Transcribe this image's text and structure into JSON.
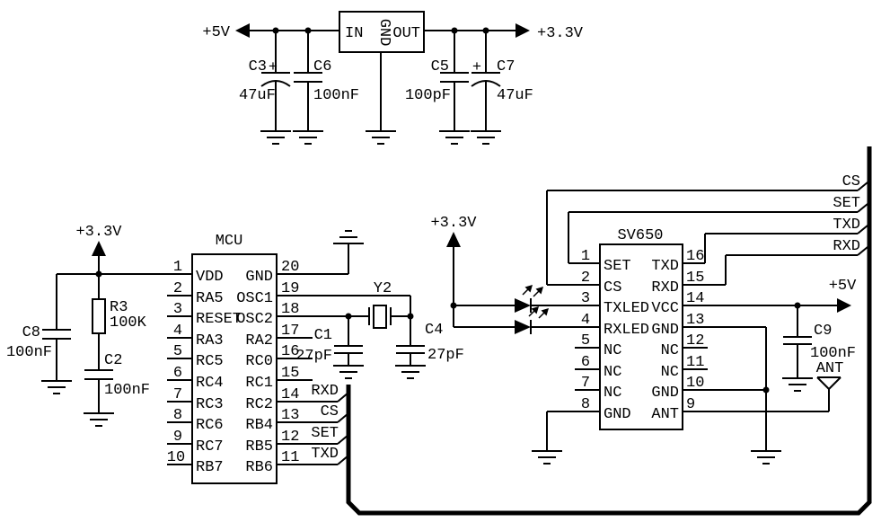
{
  "power_labels": {
    "in_5v": "+5V",
    "out_3v3": "+3.3V",
    "mcu_3v3": "+3.3V",
    "led_3v3": "+3.3V",
    "sv_5v": "+5V"
  },
  "regulator": {
    "pin_in": "IN",
    "pin_gnd": "GND",
    "pin_out": "OUT"
  },
  "components": {
    "c3": {
      "ref": "C3",
      "value": "47uF",
      "polarity": "+"
    },
    "c6": {
      "ref": "C6",
      "value": "100nF"
    },
    "c5": {
      "ref": "C5",
      "value": "100pF"
    },
    "c7": {
      "ref": "C7",
      "value": "47uF",
      "polarity": "+"
    },
    "c8": {
      "ref": "C8",
      "value": "100nF"
    },
    "r3": {
      "ref": "R3",
      "value": "100K"
    },
    "c2": {
      "ref": "C2",
      "value": "100nF"
    },
    "c1": {
      "ref": "C1",
      "value": "27pF"
    },
    "c4": {
      "ref": "C4",
      "value": "27pF"
    },
    "y2": {
      "ref": "Y2"
    },
    "c9": {
      "ref": "C9",
      "value": "100nF"
    },
    "ant": {
      "label": "ANT"
    }
  },
  "mcu": {
    "title": "MCU",
    "left_pins": [
      {
        "num": "1",
        "name": "VDD"
      },
      {
        "num": "2",
        "name": "RA5"
      },
      {
        "num": "3",
        "name": "RESET"
      },
      {
        "num": "4",
        "name": "RA3"
      },
      {
        "num": "5",
        "name": "RC5"
      },
      {
        "num": "6",
        "name": "RC4"
      },
      {
        "num": "7",
        "name": "RC3"
      },
      {
        "num": "8",
        "name": "RC6"
      },
      {
        "num": "9",
        "name": "RC7"
      },
      {
        "num": "10",
        "name": "RB7"
      }
    ],
    "right_pins": [
      {
        "num": "20",
        "name": "GND"
      },
      {
        "num": "19",
        "name": "OSC1"
      },
      {
        "num": "18",
        "name": "OSC2"
      },
      {
        "num": "17",
        "name": "RA2"
      },
      {
        "num": "16",
        "name": "RC0"
      },
      {
        "num": "15",
        "name": "RC1"
      },
      {
        "num": "14",
        "name": "RC2",
        "signal": "RXD"
      },
      {
        "num": "13",
        "name": "RB4",
        "signal": "CS"
      },
      {
        "num": "12",
        "name": "RB5",
        "signal": "SET"
      },
      {
        "num": "11",
        "name": "RB6",
        "signal": "TXD"
      }
    ]
  },
  "sv650": {
    "title": "SV650",
    "left_pins": [
      {
        "num": "1",
        "name": "SET"
      },
      {
        "num": "2",
        "name": "CS"
      },
      {
        "num": "3",
        "name": "TXLED"
      },
      {
        "num": "4",
        "name": "RXLED"
      },
      {
        "num": "5",
        "name": "NC"
      },
      {
        "num": "6",
        "name": "NC"
      },
      {
        "num": "7",
        "name": "NC"
      },
      {
        "num": "8",
        "name": "GND"
      }
    ],
    "right_pins": [
      {
        "num": "16",
        "name": "TXD"
      },
      {
        "num": "15",
        "name": "RXD"
      },
      {
        "num": "14",
        "name": "VCC"
      },
      {
        "num": "13",
        "name": "GND"
      },
      {
        "num": "12",
        "name": "NC"
      },
      {
        "num": "11",
        "name": "NC"
      },
      {
        "num": "10",
        "name": "GND"
      },
      {
        "num": "9",
        "name": "ANT"
      }
    ]
  },
  "bus_signals_right": [
    {
      "label": "CS"
    },
    {
      "label": "SET"
    },
    {
      "label": "TXD"
    },
    {
      "label": "RXD"
    }
  ]
}
